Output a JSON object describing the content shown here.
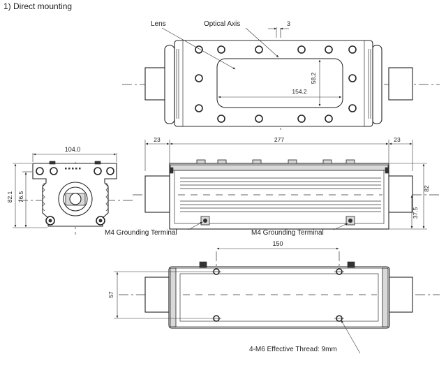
{
  "section_title": "1) Direct mounting",
  "top_view": {
    "lens_label": "Lens",
    "optical_axis_label": "Optical Axis",
    "dim_offset": "3",
    "dim_window_height": "58.2",
    "dim_window_width": "154.2"
  },
  "side_view": {
    "dim_left_flange": "23",
    "dim_body_length": "277",
    "dim_right_flange": "23",
    "dim_height": "82",
    "dim_axis_height": "37.5",
    "grounding_label_left": "M4 Grounding Terminal",
    "grounding_label_right": "M4 Grounding Terminal"
  },
  "end_view": {
    "dim_width": "104.0",
    "dim_height_outer": "82.1",
    "dim_height_inner": "76.5"
  },
  "bottom_view": {
    "dim_hole_pitch_x": "150",
    "dim_hole_pitch_y": "57",
    "thread_label": "4-M6 Effective Thread: 9mm"
  }
}
